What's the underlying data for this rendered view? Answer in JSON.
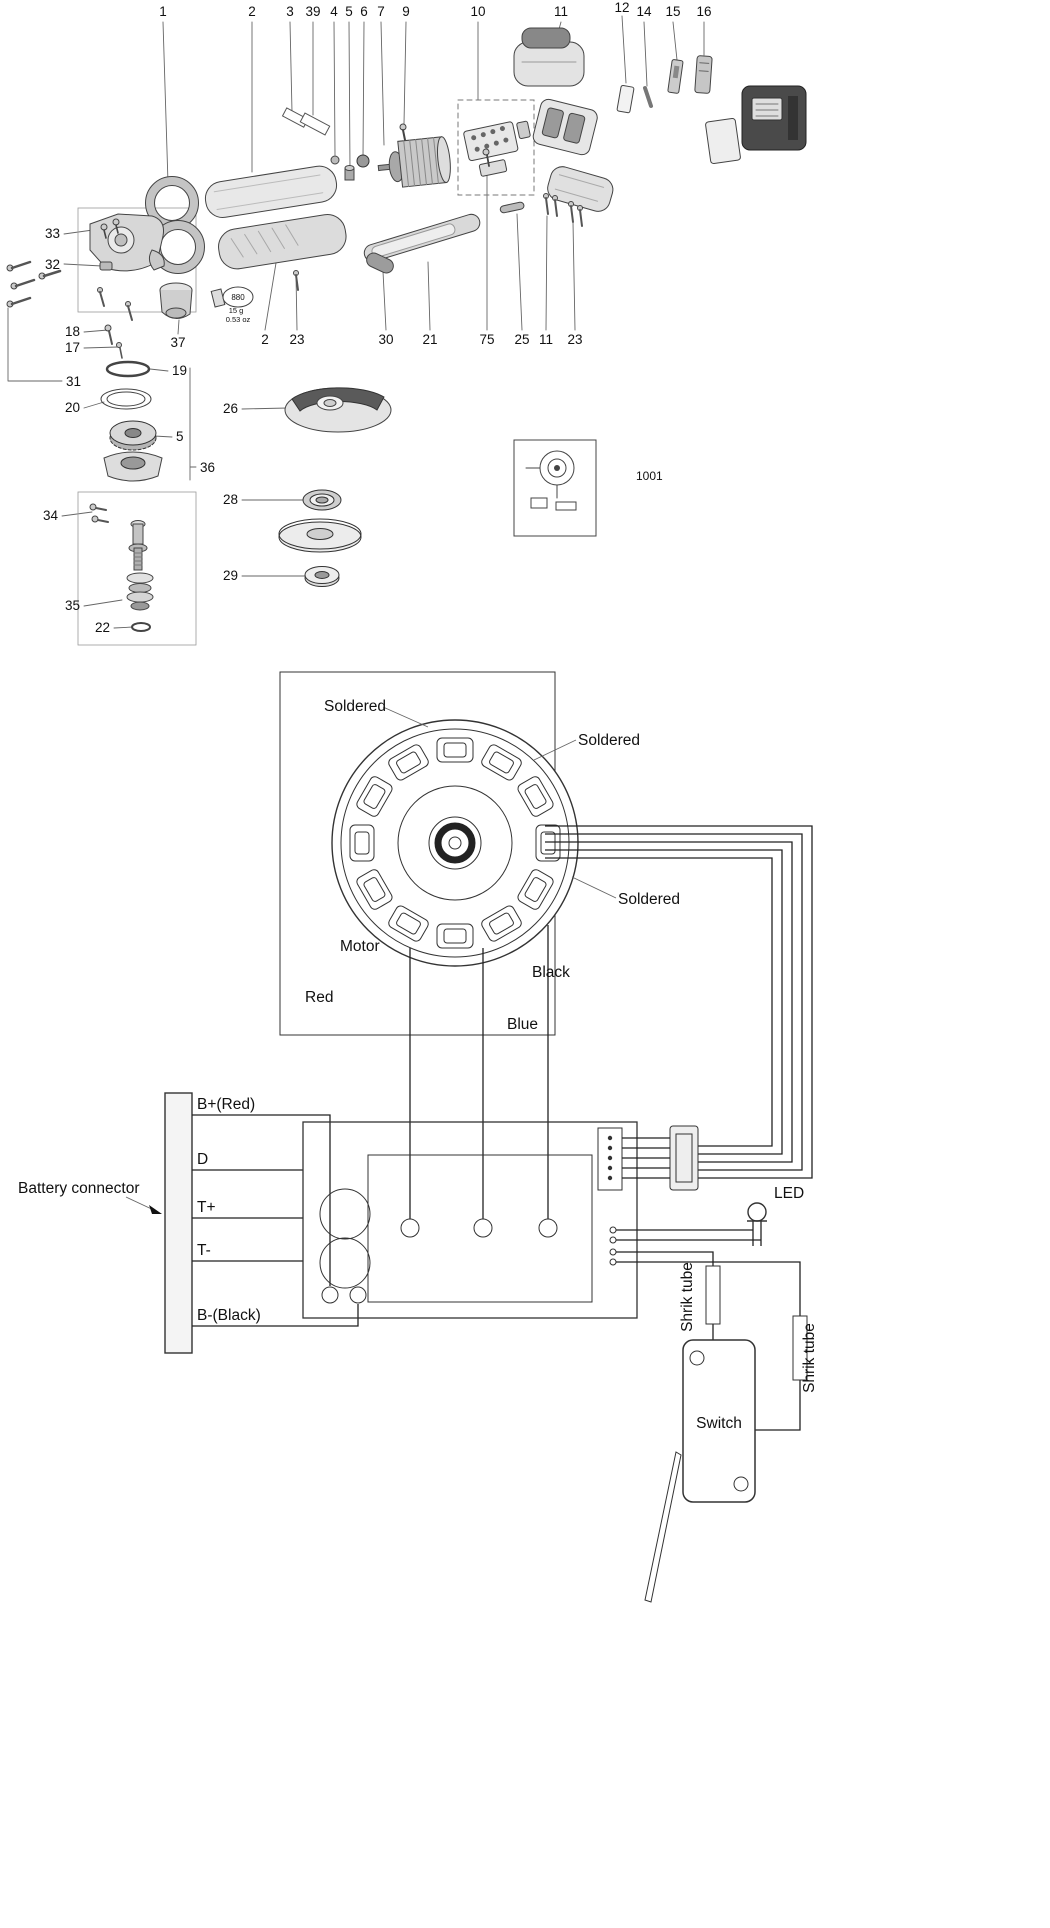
{
  "exploded_view": {
    "top_callouts": [
      "1",
      "2",
      "3",
      "39",
      "4",
      "5",
      "6",
      "7",
      "9",
      "10",
      "11",
      "12",
      "14",
      "15",
      "16"
    ],
    "bottom_callouts": [
      "2",
      "23",
      "30",
      "21",
      "75",
      "25",
      "11",
      "23"
    ],
    "side_callouts": {
      "n33": "33",
      "n32": "32",
      "n18": "18",
      "n17": "17",
      "n31": "31",
      "n20": "20",
      "n19": "19",
      "n5": "5",
      "n36": "36",
      "n37": "37",
      "n34": "34",
      "n35": "35",
      "n22": "22",
      "n26": "26",
      "n28": "28",
      "n29": "29"
    },
    "grease_tube": {
      "code": "880",
      "weight_grams": "15 g",
      "weight_ounces": "0.53 oz"
    },
    "inset_ref": "1001"
  },
  "wiring_diagram": {
    "soldered_labels": [
      "Soldered",
      "Soldered",
      "Soldered"
    ],
    "motor_label": "Motor",
    "wire_colors": {
      "black": "Black",
      "red": "Red",
      "blue": "Blue"
    },
    "battery_terminals": [
      "B+(Red)",
      "D",
      "T+",
      "T-",
      "B-(Black)"
    ],
    "battery_connector_label": "Battery connector",
    "led_label": "LED",
    "shrink_tube_labels": [
      "Shrik tube",
      "Shrik tube"
    ],
    "switch_label": "Switch"
  }
}
